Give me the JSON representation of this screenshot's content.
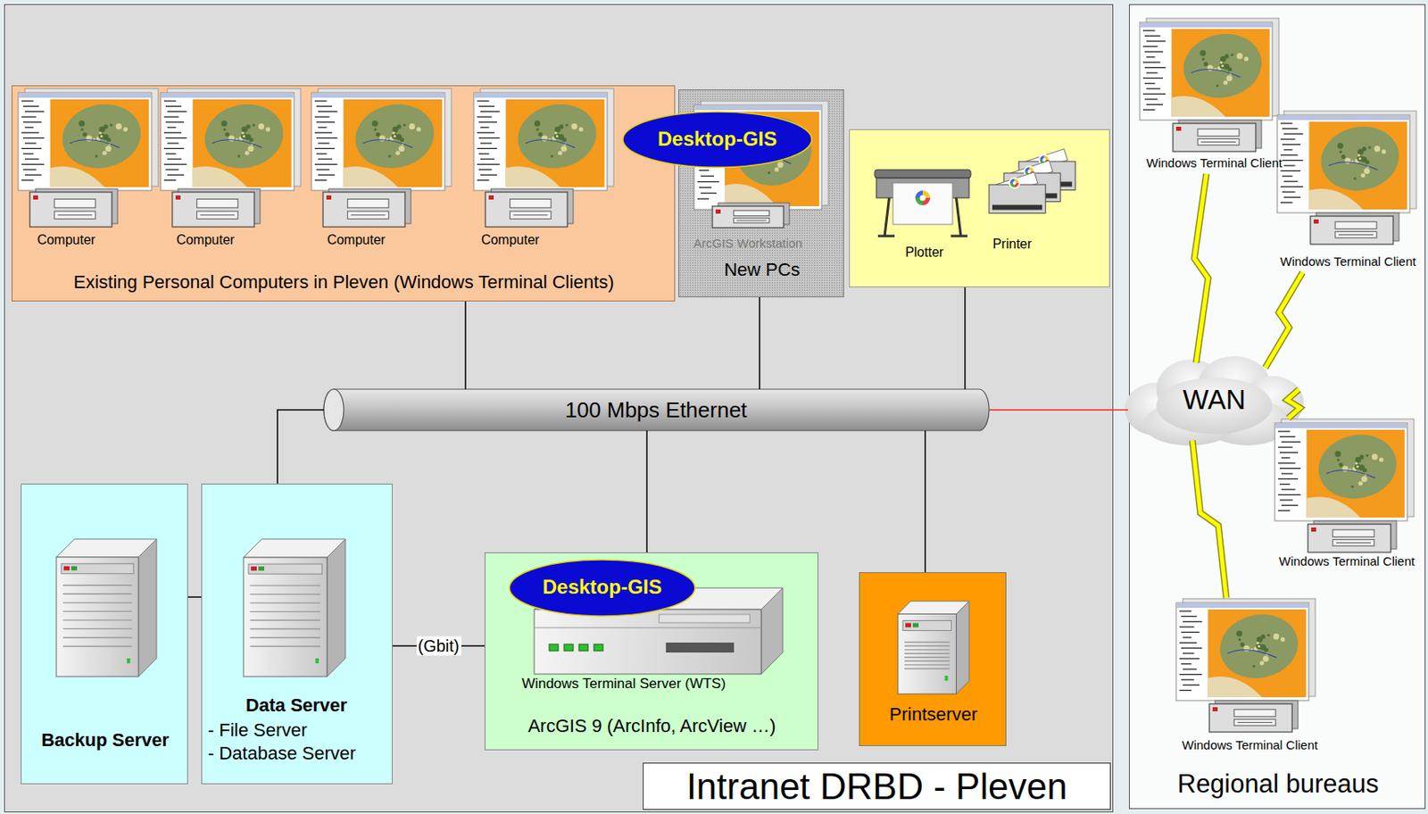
{
  "diagram": {
    "nodes": [
      {
        "text": [
          "Intranet DRBD - Pleven"
        ]
      },
      {
        "text": [
          "Existing Personal Computers in Pleven (Windows Terminal Clients)"
        ],
        "in": 0
      },
      {
        "text": [
          "New PCs"
        ],
        "in": 0
      },
      {
        "text": [
          "Desktop-GIS"
        ],
        "in": 2
      },
      {
        "text": [
          "Plotter",
          "Printer"
        ],
        "in": 0
      },
      {
        "text": [
          "Backup Server"
        ],
        "in": 0
      },
      {
        "text": [
          "Data Server",
          "- File Server",
          "- Database Server"
        ],
        "in": 0
      },
      {
        "text": [
          "Windows Terminal Server (WTS)",
          "ArcGIS 9 (ArcInfo, ArcView …)"
        ],
        "in": 0
      },
      {
        "text": [
          "Desktop-GIS"
        ],
        "in": 7
      },
      {
        "text": [
          "Printserver"
        ],
        "in": 0
      },
      {
        "text": [
          "100 Mbps Ethernet"
        ],
        "in": 0
      },
      {
        "text": [
          "Regional bureaus"
        ]
      },
      {
        "text": [
          "WAN"
        ],
        "in": 11
      },
      {
        "text": [
          "Windows Terminal Client"
        ],
        "in": 11
      },
      {
        "text": [
          "Windows Terminal Client"
        ],
        "in": 11
      },
      {
        "text": [
          "Windows Terminal Client"
        ],
        "in": 11
      },
      {
        "text": [
          "Windows Terminal Client"
        ],
        "in": 11
      }
    ],
    "edges": [
      {
        "from": 1,
        "to": 10,
        "arrow": "none"
      },
      {
        "from": 2,
        "to": 10,
        "arrow": "none"
      },
      {
        "from": 4,
        "to": 10,
        "arrow": "none"
      },
      {
        "from": 6,
        "to": 10,
        "arrow": "none"
      },
      {
        "from": 7,
        "to": 10,
        "arrow": "none"
      },
      {
        "from": 9,
        "to": 10,
        "arrow": "none"
      },
      {
        "from": 5,
        "to": 6,
        "arrow": "none"
      },
      {
        "from": 6,
        "to": 7,
        "label": "(Gbit)",
        "arrow": "none"
      },
      {
        "from": 10,
        "to": 12,
        "arrow": "none"
      },
      {
        "from": 12,
        "to": 13,
        "arrow": "none"
      },
      {
        "from": 12,
        "to": 14,
        "arrow": "none"
      },
      {
        "from": 12,
        "to": 15,
        "arrow": "none"
      },
      {
        "from": 12,
        "to": 16,
        "arrow": "none"
      }
    ],
    "labels": [
      "Computer",
      "Computer",
      "Computer",
      "Computer",
      "ArcGIS Workstation"
    ]
  }
}
